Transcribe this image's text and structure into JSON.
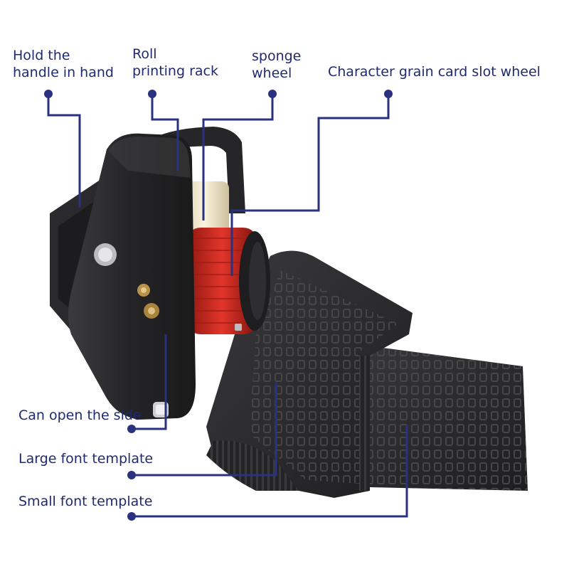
{
  "colors": {
    "label_text": "#1f2a6e",
    "leader_line": "#2a3280",
    "background": "#ffffff",
    "housing": "#2a2a2c",
    "sponge": "#d42a20",
    "rubber": "#2b2b2d",
    "roll": "#f2e6c8"
  },
  "labels": {
    "handle": [
      "Hold the",
      "handle in hand"
    ],
    "roll_rack": [
      "Roll",
      "printing rack"
    ],
    "sponge_wheel": [
      "sponge",
      "wheel"
    ],
    "slot_wheel": "Character grain card slot wheel",
    "side": "Can open the side",
    "large_font": "Large font template",
    "small_font": "Small font template"
  },
  "icons": [
    "leader-dot-icon"
  ]
}
